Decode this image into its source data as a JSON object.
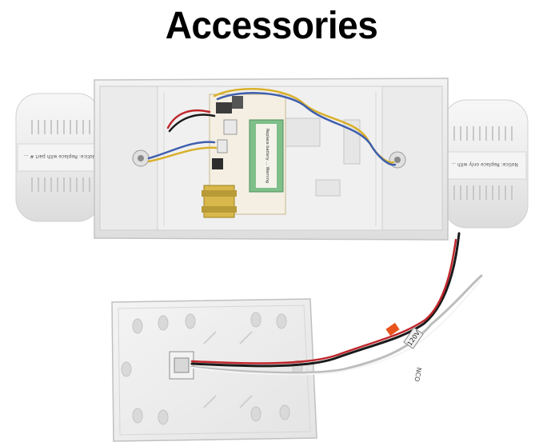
{
  "title": "Accessories",
  "labels": {
    "left_endcap_notice": "Notice: Replace with part # ...",
    "right_endcap_notice": "Notice: Replace only with ...",
    "transformer_label": "Replace battery ... Warning",
    "wire_tag_voltage": "120V",
    "wire_tag_neutral": "NCO"
  },
  "colors": {
    "housing": "#ececec",
    "housing_shadow": "#cfcfcf",
    "board": "#c9a86a",
    "transformer_green": "#7fbf8a",
    "coil_yellow": "#d8b84a",
    "wire_black": "#1a1a1a",
    "wire_red": "#c0262c",
    "wire_white": "#f4f4f4",
    "wire_blue": "#3f5fae",
    "wire_yellow": "#d9b02a",
    "tag_orange": "#e8541c"
  },
  "icons": [
    "emergency-light-housing",
    "circuit-board",
    "transformer",
    "mounting-plate",
    "wire-connector"
  ]
}
